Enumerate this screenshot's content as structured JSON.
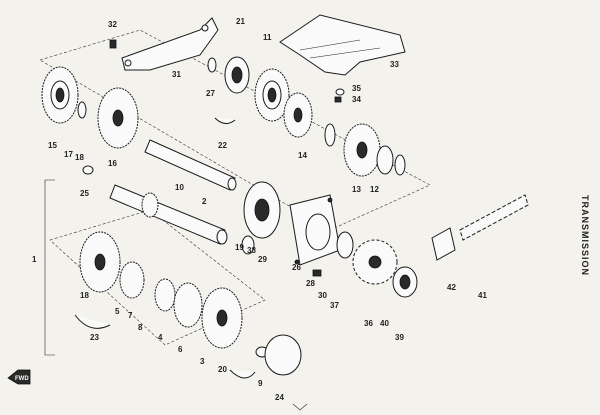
{
  "side_title": "TRANSMISSION",
  "fwd_label": "FWD",
  "part_labels": [
    "32",
    "31",
    "21",
    "11",
    "33",
    "35",
    "34",
    "27",
    "22",
    "15",
    "17",
    "18",
    "16",
    "19",
    "14",
    "13",
    "12",
    "10",
    "25",
    "2",
    "38",
    "29",
    "26",
    "28",
    "30",
    "37",
    "36",
    "40",
    "39",
    "41",
    "42",
    "1",
    "23",
    "18",
    "5",
    "7",
    "8",
    "4",
    "6",
    "3",
    "20",
    "9",
    "24"
  ],
  "colors": {
    "ink": "#1a1a1a",
    "paper": "#f4f2ec"
  }
}
